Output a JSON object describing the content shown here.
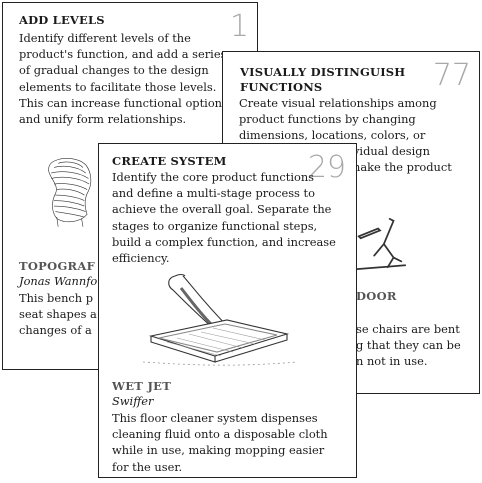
{
  "cards": {
    "add_levels": {
      "number": "1",
      "title": "ADD LEVELS",
      "description": "Identify different levels of the product's function, and add a series of gradual changes to the design elements to facilitate those levels. This can increase functional options and unify form relationships.",
      "example_name": "TOPOGRAF",
      "example_maker": "Jonas Wannfo",
      "example_text": "This bench p seat shapes a changes of a",
      "illustration_icon": "layered-bench-icon"
    },
    "visually_distinguish": {
      "number": "77",
      "title_line1": "VISUALLY DISTINGUISH",
      "title_line2": "FUNCTIONS",
      "description_line1": "Create visual relationships among",
      "description_line2": "product functions by changing",
      "description_line3": "dimensions, locations, colors, or",
      "description_frag1": "vidual design",
      "description_frag2": "hake the product",
      "example_name": "DOOR",
      "example_text_line1": "se chairs are bent",
      "example_text_line2": "g that they can be",
      "example_text_line3": "n not in use.",
      "illustration_icon": "folding-chair-icon"
    },
    "create_system": {
      "number": "29",
      "title": "CREATE SYSTEM",
      "description": "Identify the core product functions and define a multi-stage process to achieve the overall goal. Separate the stages to organize functional steps, build a complex function, and increase efficiency.",
      "example_name": "WET JET",
      "example_maker": "Swiffer",
      "example_text": "This floor cleaner system dispenses cleaning fluid onto a disposable cloth while in use, making mopping easier for the user.",
      "illustration_icon": "floor-mop-icon"
    }
  }
}
